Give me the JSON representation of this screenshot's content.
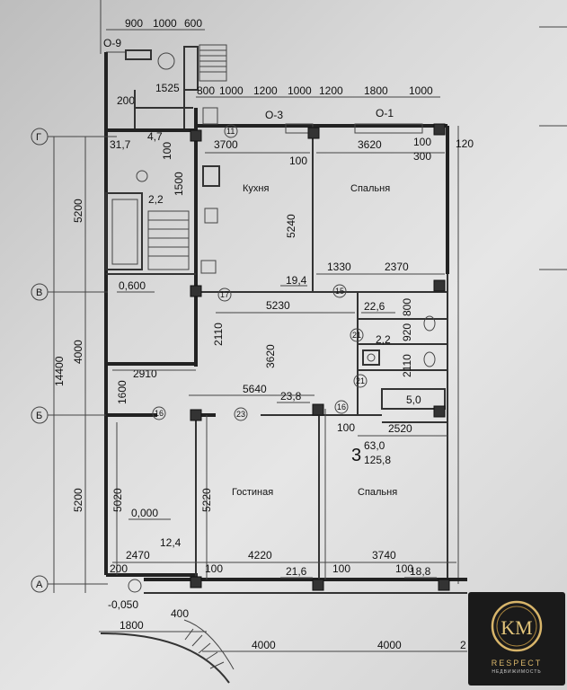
{
  "top_dims": {
    "d1": "900",
    "d2": "1000",
    "d3": "600"
  },
  "o9": "О-9",
  "upper_dims": {
    "d1525": "1525",
    "d200": "200",
    "d800": "800",
    "d1000a": "1000",
    "d1200a": "1200",
    "d1000b": "1000",
    "d1200b": "1200",
    "d1800": "1800",
    "d1000c": "1000"
  },
  "window_marks": {
    "o3": "О-3",
    "o1": "О-1"
  },
  "axes": {
    "g": "Г",
    "v": "В",
    "b": "Б",
    "a": "А"
  },
  "left_dims": {
    "total": "14400",
    "d5200a": "5200",
    "d4000": "4000",
    "d5200b": "5200"
  },
  "kitchen": {
    "label": "Кухня",
    "w_left": "3700",
    "h_dim": "5240",
    "d100": "100",
    "area": "19,4"
  },
  "bedroom1": {
    "label": "Спальня",
    "w": "3620",
    "d100": "100",
    "d300": "300",
    "d120": "120"
  },
  "stair": {
    "area1": "31,7",
    "area2": "4,7",
    "d100": "100",
    "area3": "2,2",
    "d1500": "1500",
    "level": "0,600"
  },
  "circles": {
    "c11": "11",
    "c17": "17",
    "c15": "15",
    "c21a": "21",
    "c21b": "21",
    "c16a": "16",
    "c16b": "16",
    "c23": "23"
  },
  "bath": {
    "area1": "22,6",
    "d800": "800",
    "d920": "920",
    "area2": "2,2",
    "d2110": "2110",
    "area3": "5,0"
  },
  "hall": {
    "d1330": "1330",
    "d2370": "2370",
    "d5230": "5230",
    "d2110": "2110",
    "d3620": "3620",
    "d2910": "2910",
    "d1600": "1600",
    "d5640": "5640",
    "area": "23,8",
    "d100": "100",
    "d2520": "2520"
  },
  "apartment": {
    "number": "3",
    "area_living": "63,0",
    "area_total": "125,8"
  },
  "living": {
    "label": "Гостиная",
    "d5220": "5220",
    "d4220": "4220",
    "d100": "100",
    "area": "21,6"
  },
  "bedroom2": {
    "label": "Спальня",
    "d3740": "3740",
    "d100": "100",
    "area": "18,8"
  },
  "left_room": {
    "d5020": "5020",
    "level": "0,000",
    "area": "12,4",
    "d2470": "2470",
    "d200": "200",
    "d100": "100"
  },
  "bottom": {
    "level": "-0,050",
    "d1800": "1800",
    "d400": "400",
    "d4000a": "4000",
    "d4000b": "4000",
    "d2": "2"
  },
  "logo": {
    "brand": "RESPECT",
    "sub": "НЕДВИЖИМОСТЬ",
    "mark": "KM"
  }
}
